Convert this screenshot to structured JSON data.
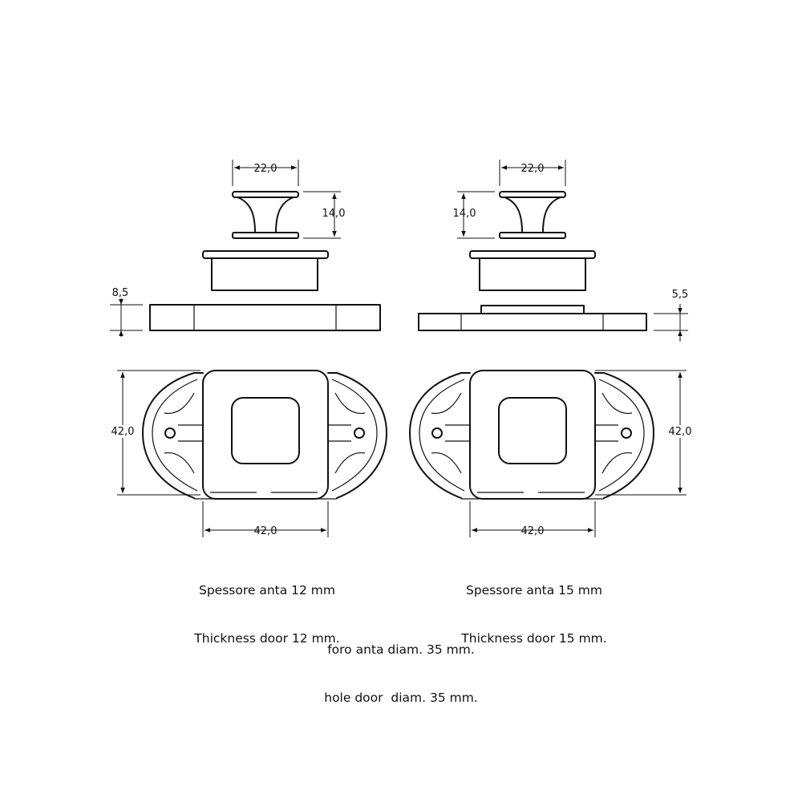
{
  "left_variant": {
    "knob_width": "22,0",
    "knob_height": "14,0",
    "plate_thickness": "8,5",
    "plan_height": "42,0",
    "plan_width": "42,0",
    "caption_it": "Spessore anta 12 mm",
    "caption_en": "Thickness door 12 mm."
  },
  "right_variant": {
    "knob_width": "22,0",
    "knob_height": "14,0",
    "plate_thickness": "5,5",
    "plan_height": "42,0",
    "plan_width": "42,0",
    "caption_it": "Spessore anta 15 mm",
    "caption_en": "Thickness door 15 mm."
  },
  "footer": {
    "note_it": "foro anta diam. 35 mm.",
    "note_en": "hole door  diam. 35 mm."
  }
}
